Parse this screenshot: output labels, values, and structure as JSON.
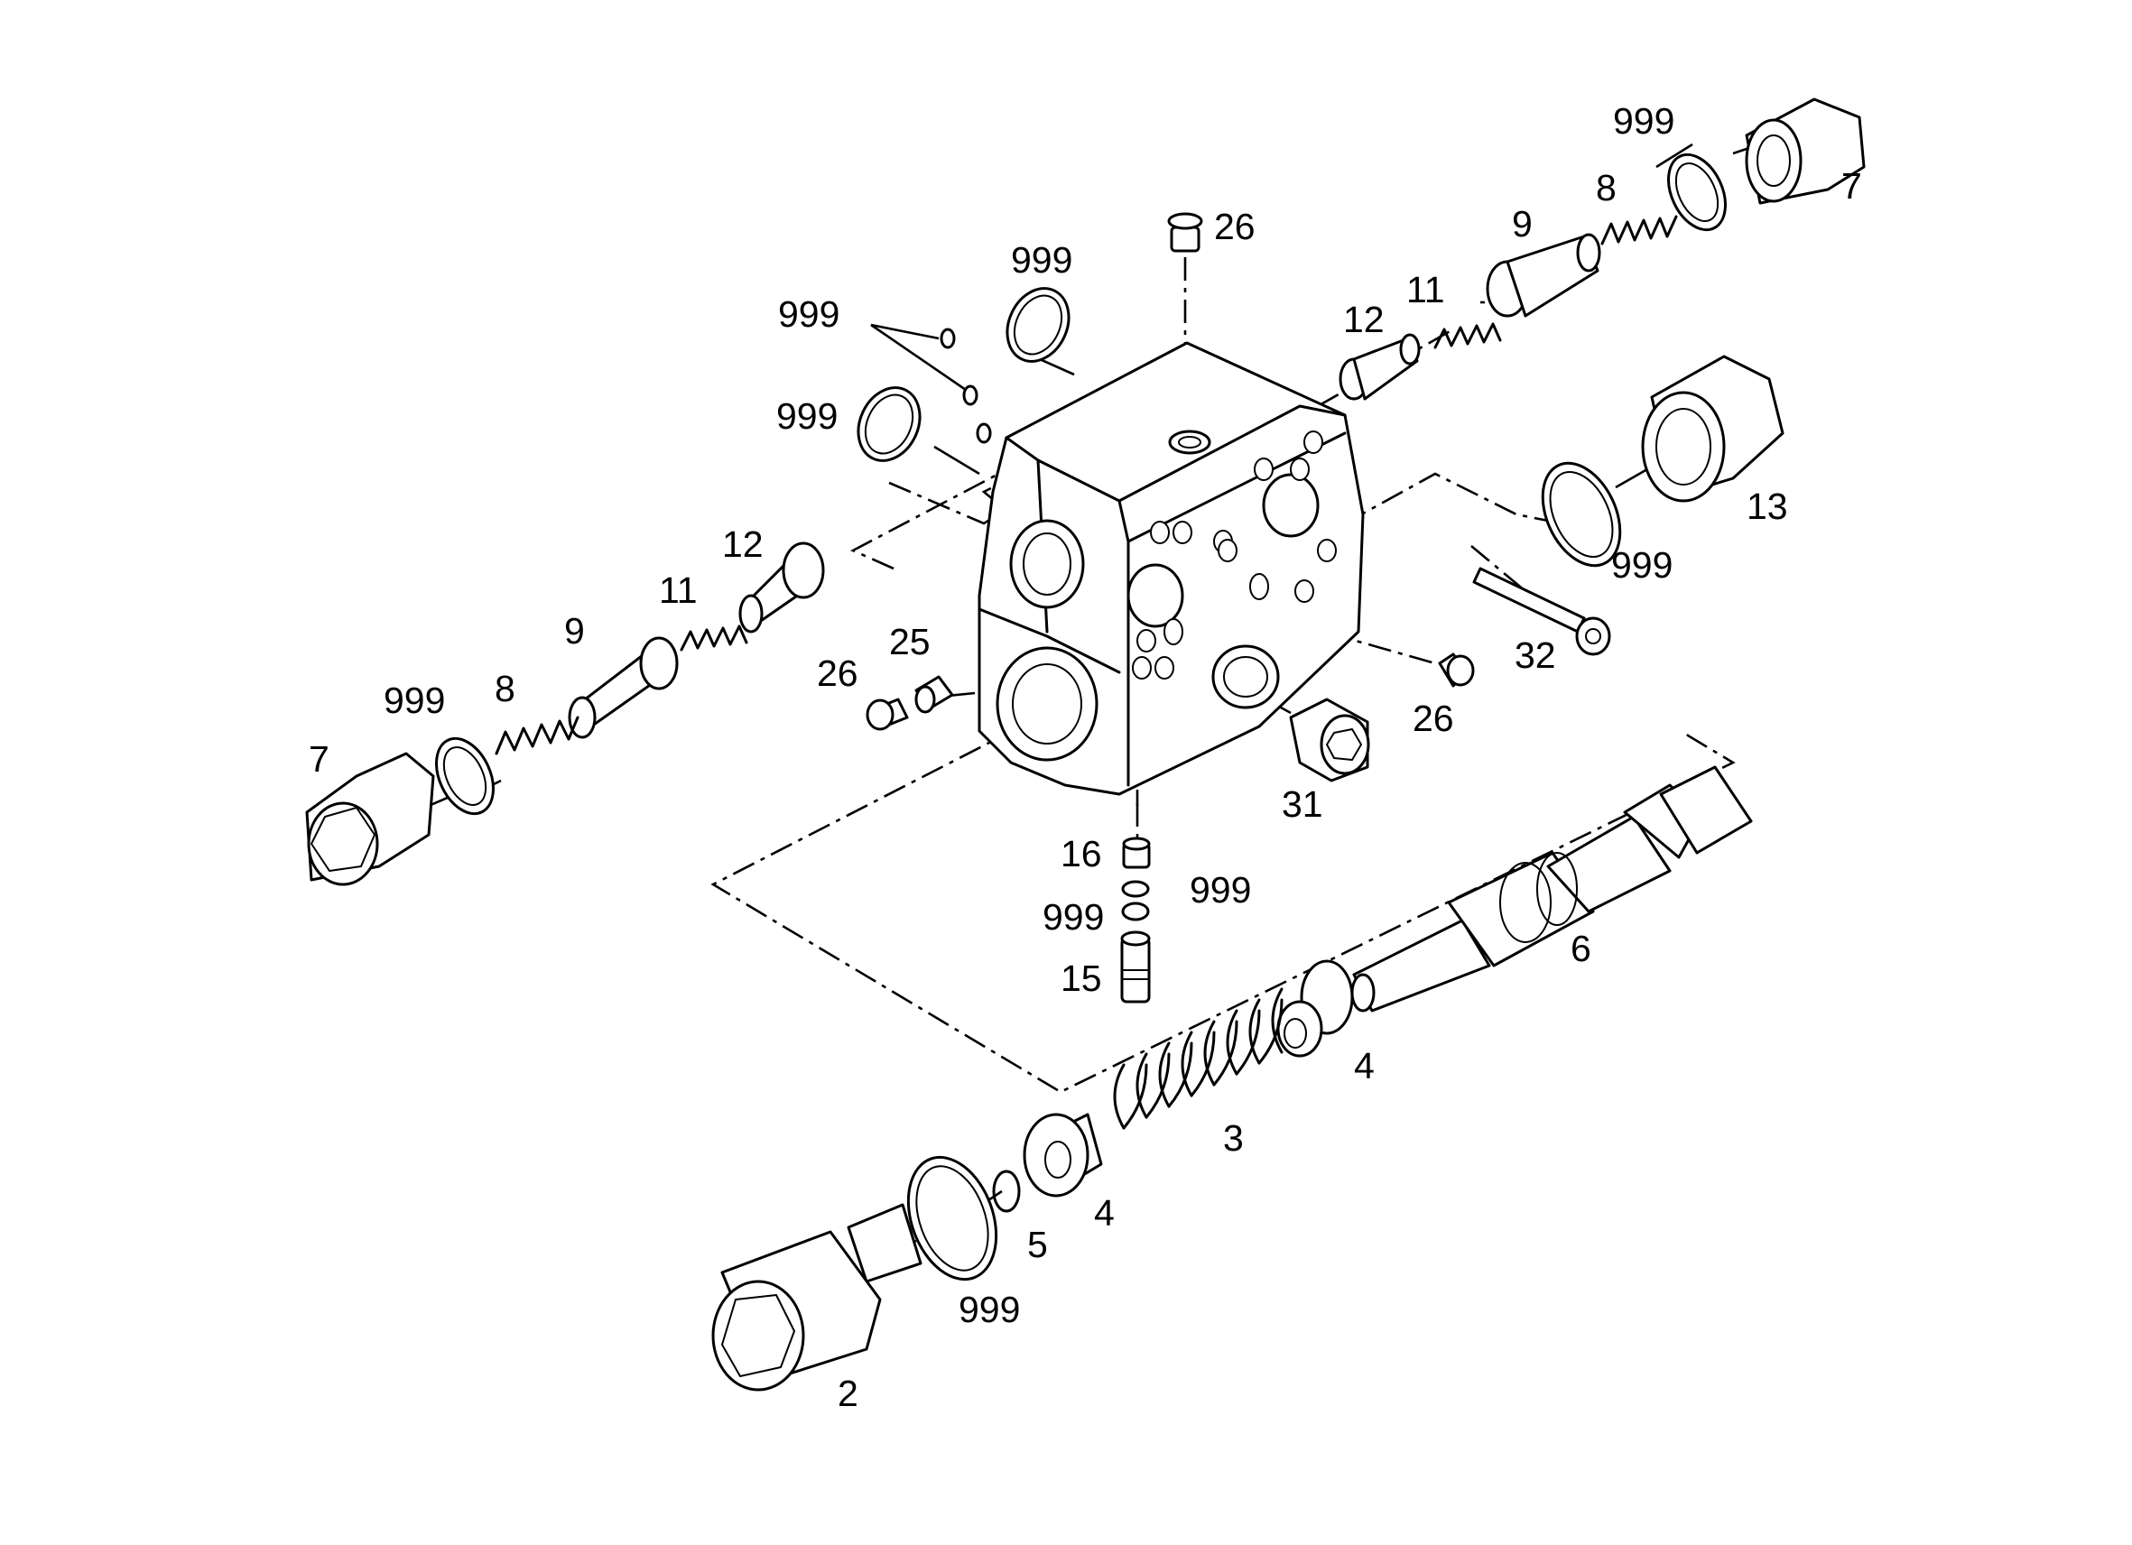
{
  "labels": {
    "p26_top": "26",
    "p999_top_right": "999",
    "p7_right": "7",
    "p8_right": "8",
    "p9_right": "9",
    "p11_right": "11",
    "p12_right": "12",
    "p999_block_top": "999",
    "p999_small_rings": "999",
    "p999_block_left": "999",
    "p13": "13",
    "p999_13": "999",
    "p32": "32",
    "p26_right": "26",
    "p12_left": "12",
    "p11_left": "11",
    "p9_left": "9",
    "p25": "25",
    "p26_left": "26",
    "p8_left": "8",
    "p999_left": "999",
    "p7_left": "7",
    "p31": "31",
    "p16": "16",
    "p999_16_right": "999",
    "p999_16_left": "999",
    "p15": "15",
    "p6": "6",
    "p4_right": "4",
    "p3": "3",
    "p4_left": "4",
    "p5": "5",
    "p999_bottom": "999",
    "p2": "2"
  }
}
